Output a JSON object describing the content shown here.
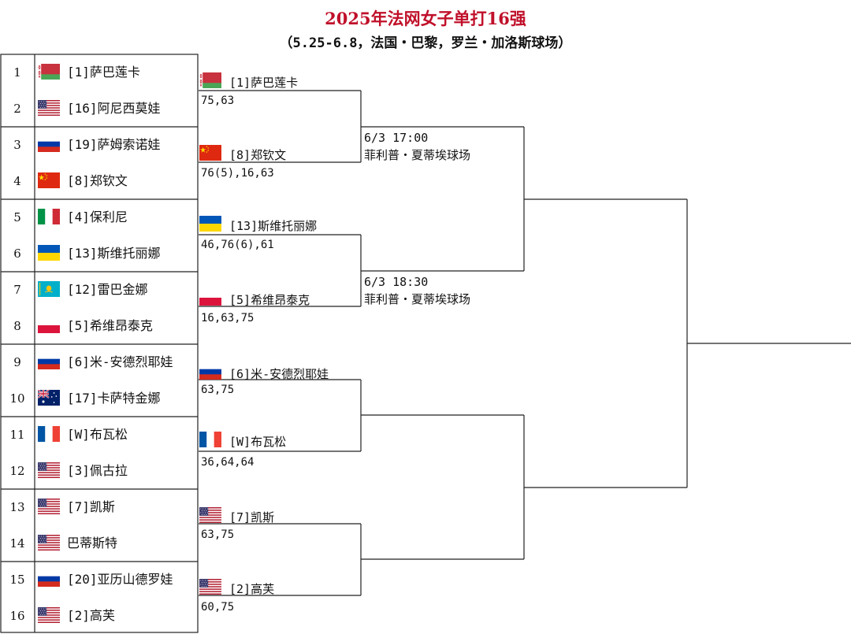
{
  "title": "2025年法网女子单打16强",
  "subtitle": "（5.25-6.8，法国・巴黎，罗兰・加洛斯球场）",
  "colors": {
    "title": "#c0102a",
    "lines": "#222222"
  },
  "draw": [
    {
      "num": "1",
      "flag": "belarus",
      "name": "[1]萨巴莲卡"
    },
    {
      "num": "2",
      "flag": "usa",
      "name": "[16]阿尼西莫娃"
    },
    {
      "num": "3",
      "flag": "russia",
      "name": "[19]萨姆索诺娃"
    },
    {
      "num": "4",
      "flag": "china",
      "name": "[8]郑钦文"
    },
    {
      "num": "5",
      "flag": "italy",
      "name": "[4]保利尼"
    },
    {
      "num": "6",
      "flag": "ukraine",
      "name": "[13]斯维托丽娜"
    },
    {
      "num": "7",
      "flag": "kazakhstan",
      "name": "[12]雷巴金娜"
    },
    {
      "num": "8",
      "flag": "poland",
      "name": "[5]希维昂泰克"
    },
    {
      "num": "9",
      "flag": "russia",
      "name": "[6]米-安德烈耶娃"
    },
    {
      "num": "10",
      "flag": "australia",
      "name": "[17]卡萨特金娜"
    },
    {
      "num": "11",
      "flag": "france",
      "name": "[W]布瓦松"
    },
    {
      "num": "12",
      "flag": "usa",
      "name": "[3]佩古拉"
    },
    {
      "num": "13",
      "flag": "usa",
      "name": "[7]凯斯"
    },
    {
      "num": "14",
      "flag": "usa",
      "name": "巴蒂斯特"
    },
    {
      "num": "15",
      "flag": "russia",
      "name": "[20]亚历山德罗娃"
    },
    {
      "num": "16",
      "flag": "usa",
      "name": "[2]高芙"
    }
  ],
  "quarterfinalists": [
    {
      "flag": "belarus",
      "name": "[1]萨巴莲卡",
      "score": "75,63"
    },
    {
      "flag": "china",
      "name": "[8]郑钦文",
      "score": "76(5),16,63"
    },
    {
      "flag": "ukraine",
      "name": "[13]斯维托丽娜",
      "score": "46,76(6),61"
    },
    {
      "flag": "poland",
      "name": "[5]希维昂泰克",
      "score": "16,63,75"
    },
    {
      "flag": "russia",
      "name": "[6]米-安德烈耶娃",
      "score": "63,75"
    },
    {
      "flag": "france",
      "name": "[W]布瓦松",
      "score": "36,64,64"
    },
    {
      "flag": "usa",
      "name": "[7]凯斯",
      "score": "63,75"
    },
    {
      "flag": "usa",
      "name": "[2]高芙",
      "score": "60,75"
    }
  ],
  "qf_matches": [
    {
      "time": "6/3 17:00",
      "court": "菲利普・夏蒂埃球场"
    },
    {
      "time": "6/3 18:30",
      "court": "菲利普・夏蒂埃球场"
    }
  ]
}
